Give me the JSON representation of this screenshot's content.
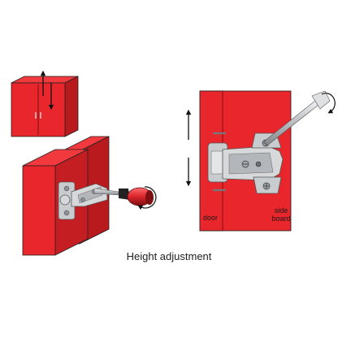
{
  "caption": "Height adjustment",
  "labels": {
    "door": "door",
    "side_board_line1": "side",
    "side_board_line2": "board"
  },
  "colors": {
    "cabinet_red": "#e8262b",
    "cabinet_dark": "#b81a1e",
    "metal": "#c9cccf",
    "metal_dark": "#8c9094",
    "screwdriver_handle": "#d9242a",
    "outline": "#1a1a1a"
  }
}
